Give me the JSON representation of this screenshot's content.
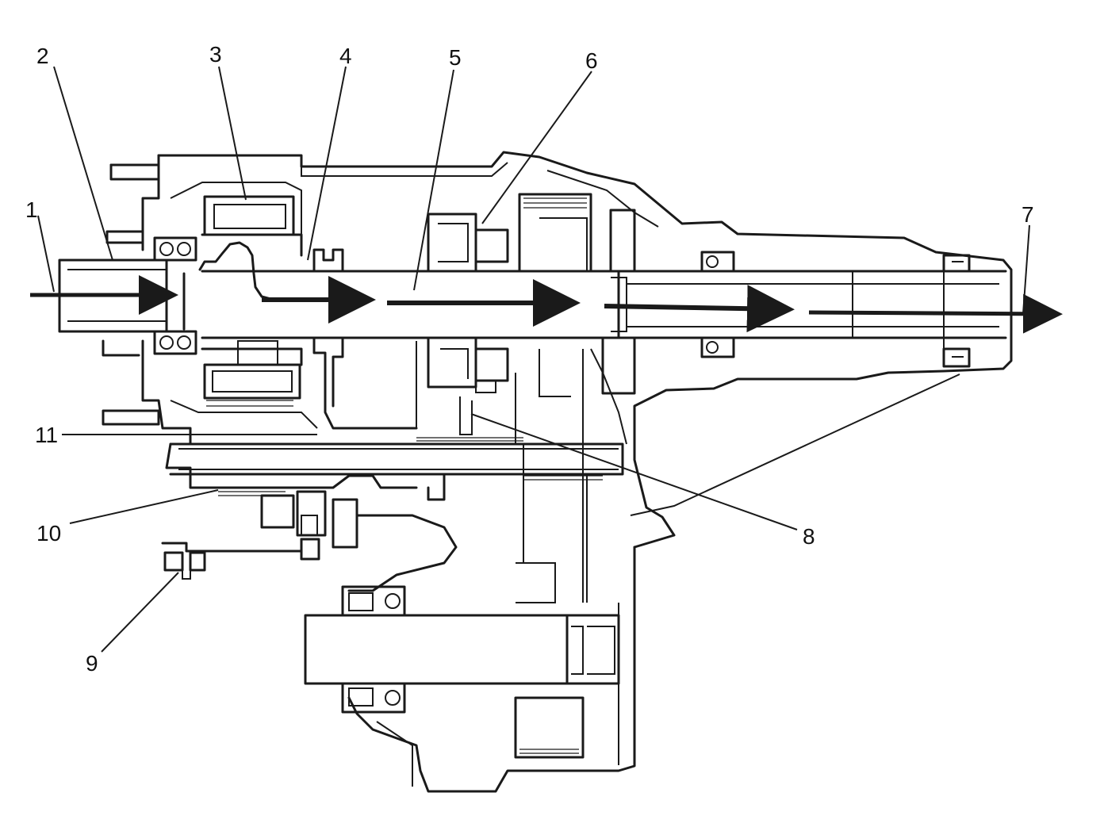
{
  "diagram": {
    "subject": "transfer-case-cross-section",
    "style": {
      "line_color": "#1a1a1a",
      "background": "#ffffff",
      "arrow_color": "#1a1a1a"
    },
    "callouts": [
      {
        "id": "c1",
        "label": "1"
      },
      {
        "id": "c2",
        "label": "2"
      },
      {
        "id": "c3",
        "label": "3"
      },
      {
        "id": "c4",
        "label": "4"
      },
      {
        "id": "c5",
        "label": "5"
      },
      {
        "id": "c6",
        "label": "6"
      },
      {
        "id": "c7",
        "label": "7"
      },
      {
        "id": "c8",
        "label": "8"
      },
      {
        "id": "c9",
        "label": "9"
      },
      {
        "id": "c10",
        "label": "10"
      },
      {
        "id": "c11",
        "label": "11"
      }
    ]
  }
}
